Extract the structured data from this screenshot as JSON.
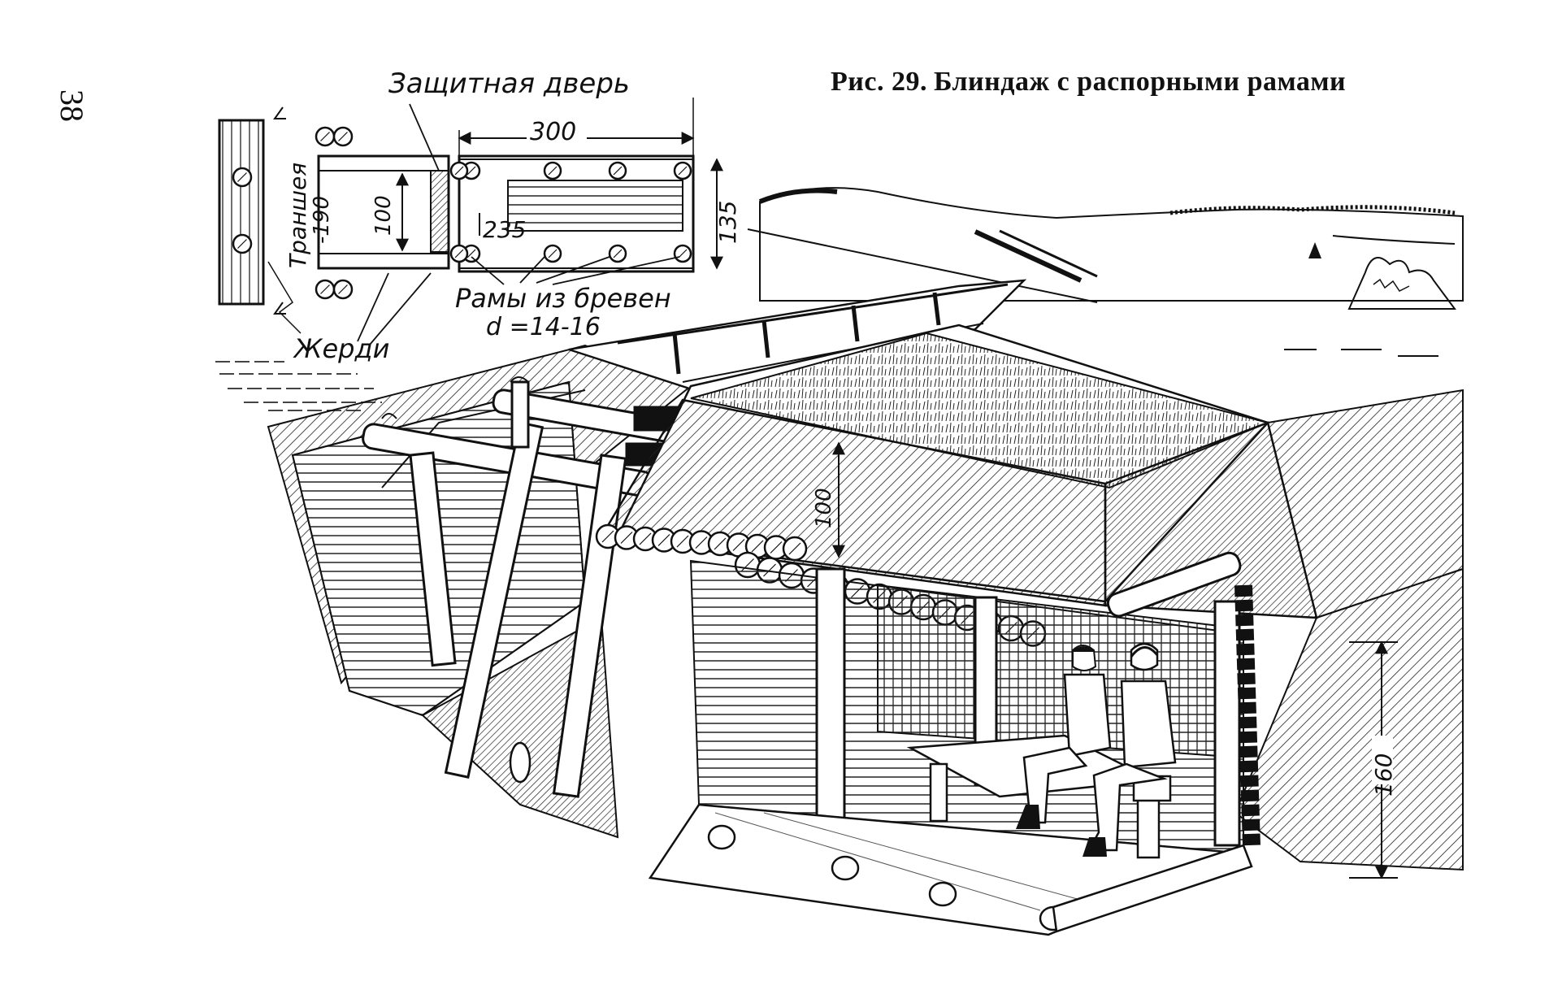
{
  "page_number": "38",
  "figure": {
    "number": "Рис. 29.",
    "title": "Блиндаж с распорными рамами"
  },
  "plan": {
    "protective_door": "Защитная дверь",
    "length": "300",
    "inner_width": "100",
    "inner_length": "235",
    "outer_width": "135",
    "trench_label": "Траншея",
    "trench_depth": "-190",
    "frames_label": "Рамы из бревен",
    "frames_diameter": "d =14-16",
    "poles_label": "Жерди"
  },
  "view": {
    "cover_thickness": "100",
    "height": "160"
  }
}
